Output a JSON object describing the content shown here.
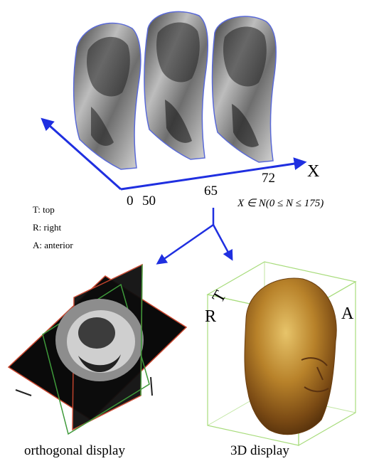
{
  "axis": {
    "tick_labels": [
      "0",
      "50",
      "65",
      "72"
    ],
    "axis_letter": "X",
    "range_formula": "X ∈ N(0 ≤ N ≤ 175)"
  },
  "legend": {
    "items": [
      "T: top",
      "R: right",
      "A: anterior"
    ]
  },
  "orientation_labels": {
    "top": "T",
    "right": "R",
    "anterior": "A"
  },
  "captions": {
    "orthogonal": "orthogonal display",
    "volume": "3D display"
  },
  "colors": {
    "arrow": "#1f2fe0",
    "slice_outline": "#5a6ad8",
    "plane_red": "#c8462e",
    "plane_green": "#3e9a3a",
    "volume_box": "#a8dc7c",
    "skin": "#c08a2e"
  }
}
